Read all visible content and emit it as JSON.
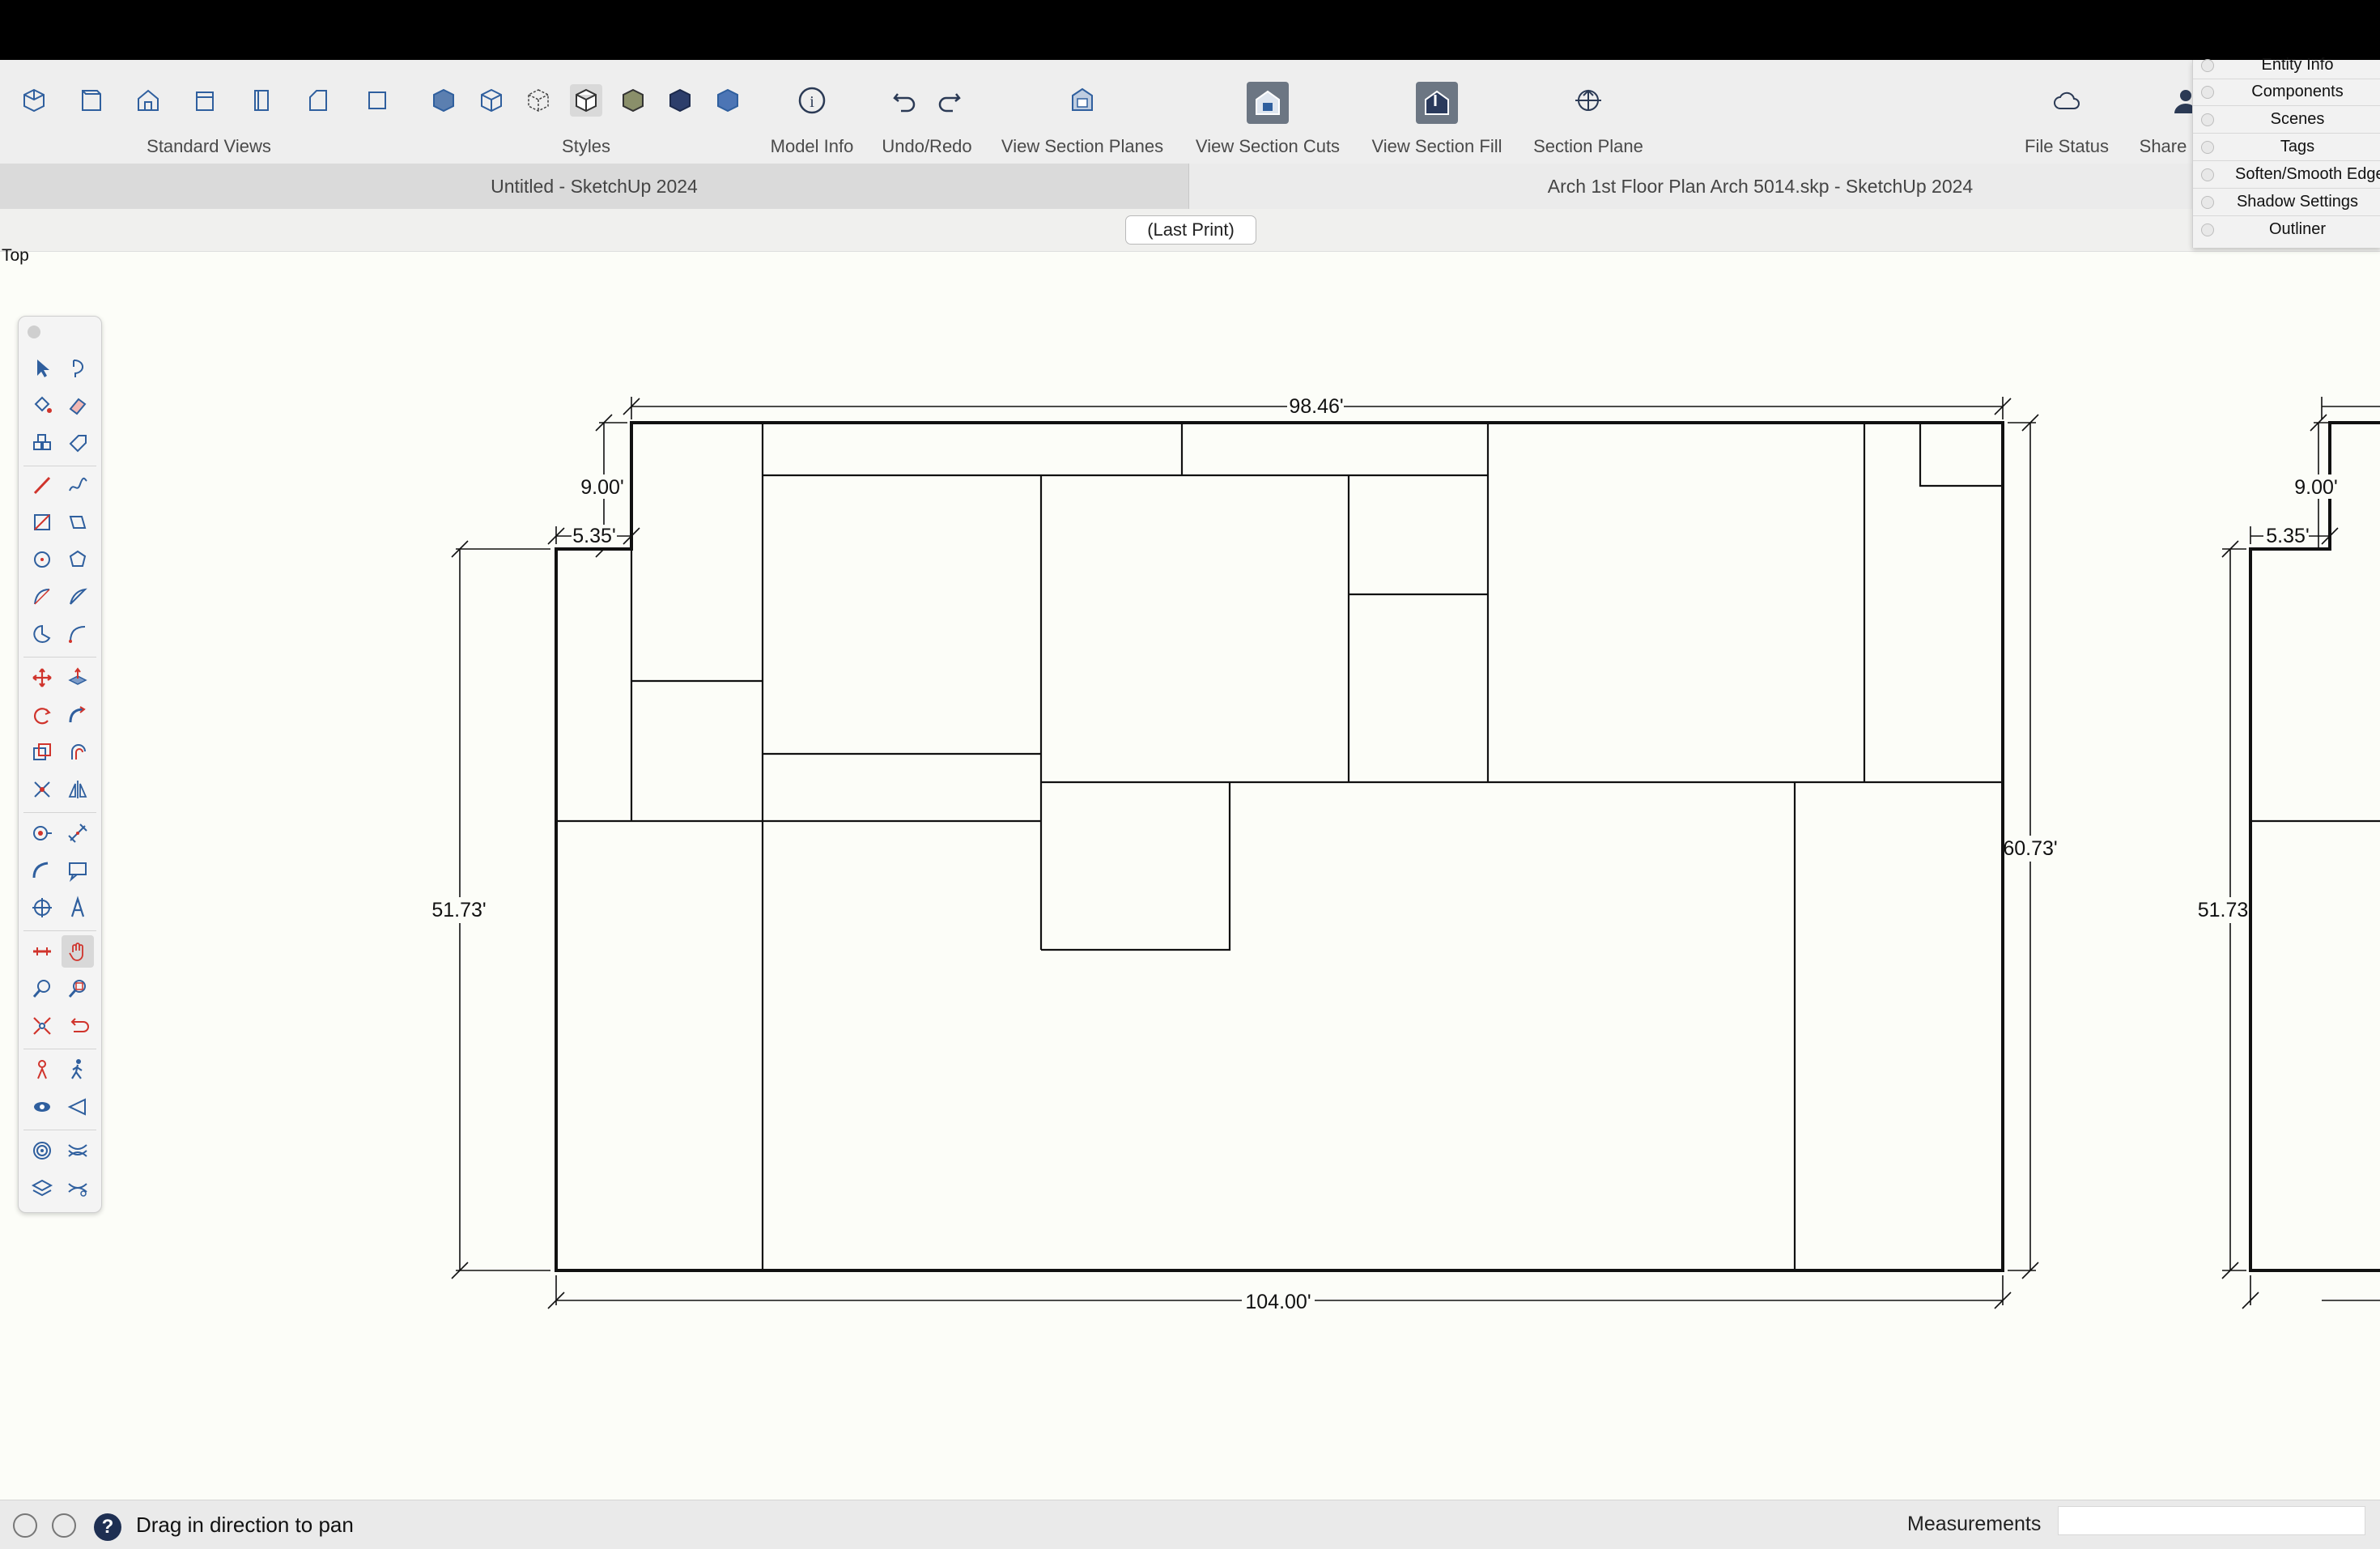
{
  "toolbar": {
    "groups": {
      "standard_views": "Standard Views",
      "styles": "Styles",
      "model_info": "Model Info",
      "undo_redo": "Undo/Redo",
      "view_section_planes": "View Section Planes",
      "view_section_cuts": "View Section Cuts",
      "view_section_fill": "View Section Fill",
      "section_plane": "Section Plane",
      "file_status": "File Status",
      "share": "Share"
    }
  },
  "tabs": {
    "tab1": "Untitled - SketchUp 2024",
    "tab2": "Arch 1st Floor Plan Arch 5014.skp - SketchUp 2024"
  },
  "last_print_button": "(Last Print)",
  "view_label": "Top",
  "tray": {
    "items": [
      "Entity Info",
      "Components",
      "Scenes",
      "Tags",
      "Soften/Smooth Edges",
      "Shadow Settings",
      "Outliner"
    ]
  },
  "drawing": {
    "dims": {
      "top_width": "98.46'",
      "bottom_width": "104.00'",
      "left_height": "51.73'",
      "right_height": "60.73'",
      "notch_height": "9.00'",
      "notch_width": "5.35'",
      "right_copy_notch_height": "9.00'",
      "right_copy_notch_width": "5.35'",
      "right_copy_height": "51.73"
    }
  },
  "status": {
    "message": "Drag in direction to pan",
    "measurements_label": "Measurements",
    "measurements_value": ""
  },
  "colors": {
    "canvas": "#fcfdf8",
    "tool_red": "#d0342c",
    "tool_blue": "#2f5f9e",
    "section_blue": "#2f5f9e"
  }
}
